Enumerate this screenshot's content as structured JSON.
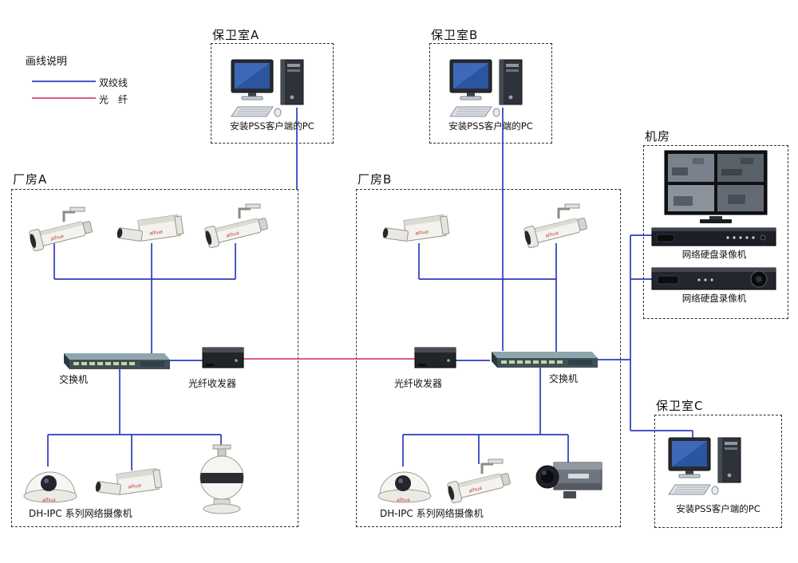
{
  "colors": {
    "twisted_pair": "#2e3bc0",
    "fiber": "#d4476f"
  },
  "legend": {
    "title": "画线说明",
    "items": [
      {
        "label": "双绞线",
        "type": "twisted_pair"
      },
      {
        "label": "光　纤",
        "type": "fiber"
      }
    ]
  },
  "zones": {
    "guard_a": {
      "title": "保卫室A",
      "pc_label": "安装PSS客户端的PC"
    },
    "guard_b": {
      "title": "保卫室B",
      "pc_label": "安装PSS客户端的PC"
    },
    "guard_c": {
      "title": "保卫室C",
      "pc_label": "安装PSS客户端的PC"
    },
    "server_room": {
      "title": "机房",
      "nvr1_label": "网络硬盘录像机",
      "nvr2_label": "网络硬盘录像机"
    },
    "plant_a": {
      "title": "厂房A",
      "switch_label": "交换机",
      "transceiver_label": "光纤收发器",
      "cameras_label": "DH-IPC 系列网络摄像机"
    },
    "plant_b": {
      "title": "厂房B",
      "switch_label": "交换机",
      "transceiver_label": "光纤收发器",
      "cameras_label": "DH-IPC 系列网络摄像机"
    }
  },
  "brand": "alhua"
}
